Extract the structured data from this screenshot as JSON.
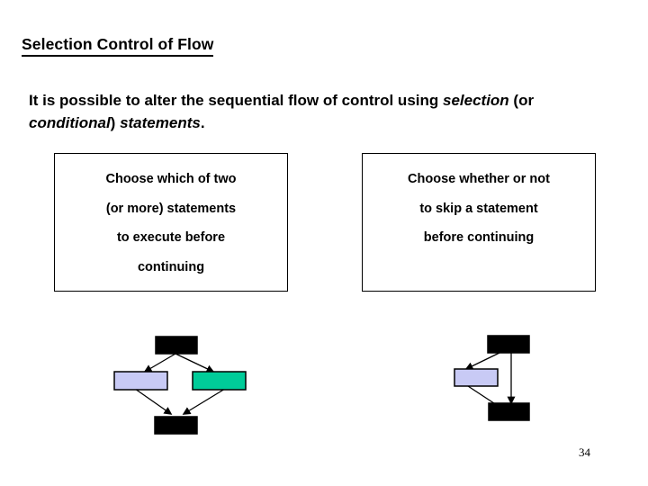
{
  "slide": {
    "title": "Selection Control of Flow",
    "page_number": "34"
  },
  "body": {
    "text_part_1": "It is possible to alter the sequential flow of control using ",
    "italic_1": "selection",
    "text_part_2": " (or ",
    "italic_2": "conditional",
    "text_part_3": ") ",
    "italic_3": "statements",
    "text_part_4": "."
  },
  "callouts": [
    {
      "id": "branch",
      "lines": [
        "Choose which of two",
        "(or more) statements",
        "to execute before",
        "continuing"
      ]
    },
    {
      "id": "skip",
      "lines": [
        "Choose whether or not",
        "to skip a statement",
        "before continuing"
      ]
    }
  ],
  "diagrams": [
    {
      "id": "branch-diagram",
      "name": "two-way-selection-flow",
      "nodes": [
        {
          "name": "entry-statement-block",
          "fill": "#000000",
          "stroke": "#000000"
        },
        {
          "name": "branch-true-statement-block",
          "fill": "#c8caf5",
          "stroke": "#000000"
        },
        {
          "name": "branch-false-statement-block",
          "fill": "#00cc99",
          "stroke": "#000000"
        },
        {
          "name": "exit-statement-block",
          "fill": "#000000",
          "stroke": "#000000"
        }
      ]
    },
    {
      "id": "skip-diagram",
      "name": "skip-selection-flow",
      "nodes": [
        {
          "name": "entry-statement-block",
          "fill": "#000000",
          "stroke": "#000000"
        },
        {
          "name": "optional-statement-block",
          "fill": "#c8caf5",
          "stroke": "#000000"
        },
        {
          "name": "exit-statement-block",
          "fill": "#000000",
          "stroke": "#000000"
        }
      ]
    }
  ],
  "colors": {
    "lavender": "#c8caf5",
    "teal": "#00cc99",
    "black": "#000000",
    "background": "#ffffff"
  }
}
